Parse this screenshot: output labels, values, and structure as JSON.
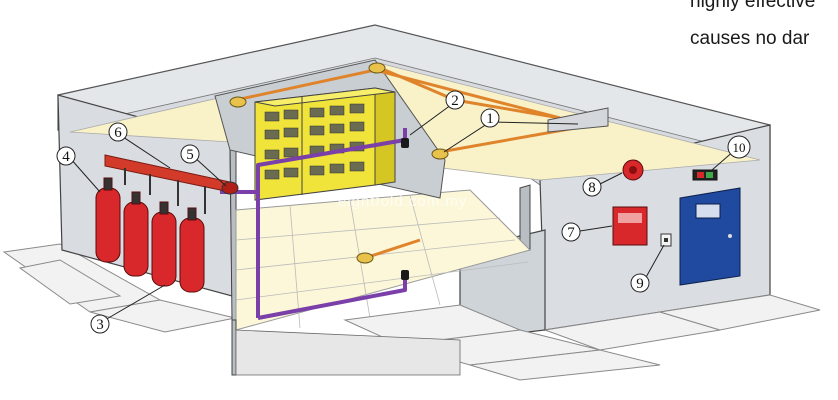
{
  "side_text": {
    "line1": "highly effective",
    "line2": "causes no dar"
  },
  "watermark": "eightfold.com.my",
  "callouts": [
    "1",
    "2",
    "3",
    "4",
    "5",
    "6",
    "7",
    "8",
    "9",
    "10"
  ],
  "colors": {
    "cylinder": "#d8282b",
    "pipe_red": "#d23a2a",
    "pipe_purple": "#7a3fa8",
    "pipe_orange": "#e0842c",
    "cabinet": "#f0e33a",
    "door": "#1f4aa0",
    "floor": "#fbf7d8",
    "wall": "#d9dde1"
  }
}
